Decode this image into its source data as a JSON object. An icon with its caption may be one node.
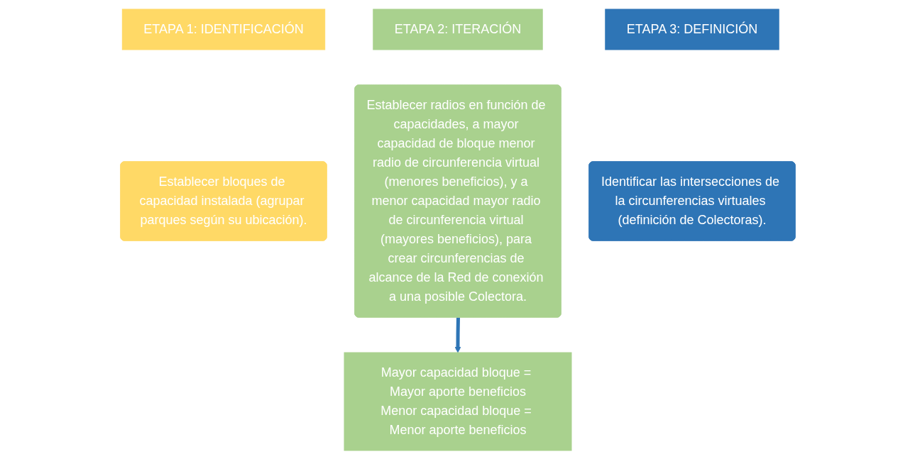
{
  "diagram": {
    "nodes": [
      {
        "text": [
          "ETAPA 1: IDENTIFICACIÓN"
        ]
      },
      {
        "text": [
          "ETAPA 2: ITERACIÓN"
        ]
      },
      {
        "text": [
          "ETAPA 3: DEFINICIÓN"
        ]
      },
      {
        "text": [
          "Establecer bloques de capacidad instalada (agrupar parques según su ubicación)."
        ]
      },
      {
        "text": [
          "Establecer radios en función de capacidades, a mayor capacidad de bloque menor radio de circunferencia virtual (menores beneficios), y a menor capacidad mayor radio de circunferencia virtual (mayores beneficios), para crear circunferencias de alcance de la Red de conexión a una posible Colectora."
        ]
      },
      {
        "text": [
          "Identificar las intersecciones de la circunferencias virtuales (definición de Colectoras)."
        ]
      },
      {
        "text": [
          "Mayor capacidad bloque = Mayor aporte beneficios",
          "Menor capacidad bloque = Menor aporte beneficios"
        ]
      }
    ],
    "edges": [
      {
        "from": 4,
        "to": 6,
        "arrow": "to",
        "color": "#2e75b6"
      }
    ]
  }
}
